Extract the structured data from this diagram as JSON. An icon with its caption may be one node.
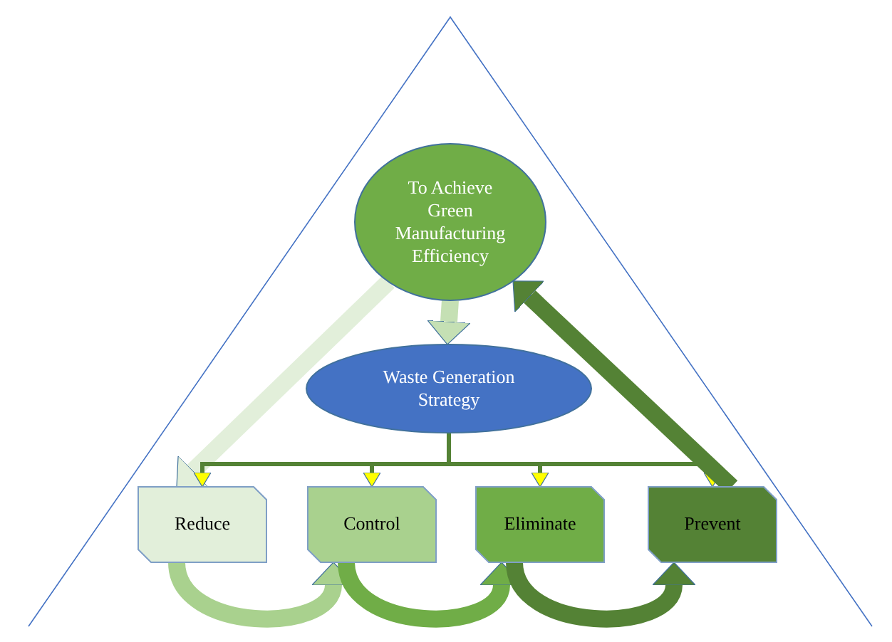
{
  "diagram": {
    "nodes": [
      {
        "text": [
          "To Achieve Green Manufacturing Efficiency"
        ]
      },
      {
        "text": [
          "Waste Generation Strategy"
        ]
      },
      {
        "text": [
          "Reduce"
        ]
      },
      {
        "text": [
          "Control"
        ]
      },
      {
        "text": [
          "Eliminate"
        ]
      },
      {
        "text": [
          "Prevent"
        ]
      }
    ],
    "edges": [
      {
        "from": 0,
        "to": 1,
        "arrow": "to",
        "color": "#c5e0b4"
      },
      {
        "from": 0,
        "to": 2,
        "arrow": "to",
        "color": "#e2efda"
      },
      {
        "from": 1,
        "to": 2,
        "arrow": "to"
      },
      {
        "from": 1,
        "to": 3,
        "arrow": "to"
      },
      {
        "from": 1,
        "to": 4,
        "arrow": "to"
      },
      {
        "from": 1,
        "to": 5,
        "arrow": "to"
      },
      {
        "from": 2,
        "to": 3,
        "arrow": "to",
        "color": "#a9d18e"
      },
      {
        "from": 3,
        "to": 4,
        "arrow": "to",
        "color": "#70ad47"
      },
      {
        "from": 4,
        "to": 5,
        "arrow": "to",
        "color": "#548235"
      },
      {
        "from": 5,
        "to": 0,
        "arrow": "to",
        "color": "#548235"
      }
    ]
  }
}
